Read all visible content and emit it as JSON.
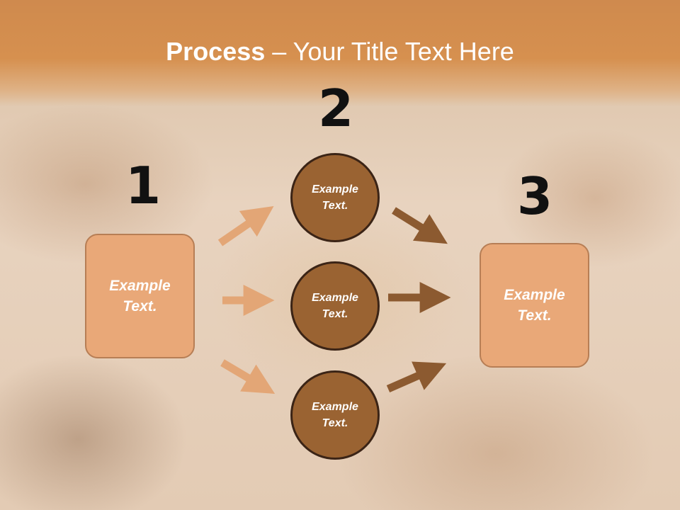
{
  "slide": {
    "title_bold": "Process",
    "title_rest": " – Your Title Text Here"
  },
  "steps": [
    {
      "number": "1"
    },
    {
      "number": "2"
    },
    {
      "number": "3"
    }
  ],
  "nodes": {
    "start_box": {
      "line1": "Example",
      "line2": "Text."
    },
    "circle_top": {
      "line1": "Example",
      "line2": "Text."
    },
    "circle_middle": {
      "line1": "Example",
      "line2": "Text."
    },
    "circle_bottom": {
      "line1": "Example",
      "line2": "Text."
    },
    "end_box": {
      "line1": "Example",
      "line2": "Text."
    }
  },
  "colors": {
    "header": "#d6904f",
    "box_fill": "#e9a878",
    "circle_fill": "#9a6332",
    "arrow_light": "#e3a676",
    "arrow_dark": "#8c5a30"
  }
}
